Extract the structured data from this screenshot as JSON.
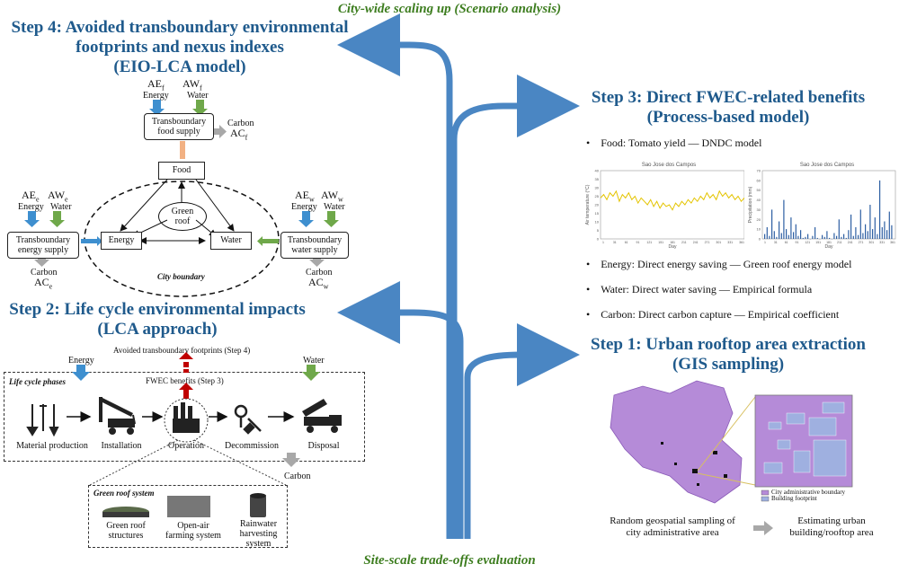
{
  "top_label": "City-wide scaling up (Scenario analysis)",
  "bottom_label": "Site-scale trade-offs evaluation",
  "step4": {
    "title_line1": "Step 4: Avoided transboundary environmental",
    "title_line2": "footprints and nexus indexes",
    "title_line3": "(EIO-LCA model)",
    "food_box": [
      "Transboundary",
      "food supply"
    ],
    "energy_box": [
      "Transboundary",
      "energy supply"
    ],
    "water_box": [
      "Transboundary",
      "water supply"
    ],
    "food": "Food",
    "energy": "Energy",
    "water": "Water",
    "green_roof": [
      "Green",
      "roof"
    ],
    "city_boundary": "City boundary",
    "ae_f": "AE",
    "ae_f_sub": "f",
    "aw_f": "AW",
    "aw_f_sub": "f",
    "ae_e": "AE",
    "ae_e_sub": "e",
    "aw_e": "AW",
    "aw_e_sub": "e",
    "ae_w": "AE",
    "ae_w_sub": "w",
    "aw_w": "AW",
    "aw_w_sub": "w",
    "energy_lbl": "Energy",
    "water_lbl": "Water",
    "carbon_lbl": "Carbon",
    "ac_f": "AC",
    "ac_f_sub": "f",
    "ac_e": "AC",
    "ac_e_sub": "e",
    "ac_w": "AC",
    "ac_w_sub": "w"
  },
  "step3": {
    "title_line1": "Step 3: Direct FWEC-related benefits",
    "title_line2": "(Process-based model)",
    "bullets": [
      "Food: Tomato yield — DNDC model",
      "Energy: Direct energy saving — Green roof energy model",
      "Water: Direct water saving — Empirical formula",
      "Carbon: Direct carbon capture — Empirical coefficient"
    ],
    "chart1_title": "Sao Jose dos Campos",
    "chart2_title": "Sao Jose dos Campos",
    "chart1_ylabel": "Air temperature (°C)",
    "chart2_ylabel": "Precipitation (mm)",
    "xlabel": "Day"
  },
  "step2": {
    "title_line1": "Step 2: Life cycle environmental impacts",
    "title_line2": "(LCA approach)",
    "avoided": "Avoided transboundary footprints (Step 4)",
    "fwec": "FWEC benefits (Step 3)",
    "energy": "Energy",
    "water": "Water",
    "carbon": "Carbon",
    "life_cycle_phases": "Life cycle phases",
    "phases": [
      "Material production",
      "Installation",
      "Operation",
      "Decommission",
      "Disposal"
    ],
    "green_roof_system": "Green roof system",
    "systems": [
      [
        "Green roof",
        "structures"
      ],
      [
        "Open-air",
        "farming system"
      ],
      [
        "Rainwater",
        "harvesting",
        "system"
      ]
    ]
  },
  "step1": {
    "title_line1": "Step 1: Urban rooftop area extraction",
    "title_line2": "(GIS sampling)",
    "legend": [
      "City administrative boundary",
      "Building footprint"
    ],
    "left_caption": [
      "Random geospatial sampling of",
      "city administrative area"
    ],
    "right_caption": [
      "Estimating urban",
      "building/rooftop area"
    ]
  },
  "colors": {
    "title_blue": "#1f5a8c",
    "green_label": "#3d7d1f",
    "arrow_blue": "#4a86c3",
    "energy_blue": "#3e8fcf",
    "water_green": "#6fa84a",
    "carbon_grey": "#a8a8a8",
    "food_orange": "#f2b183",
    "red": "#c00000",
    "map_purple": "#b58bd8"
  },
  "chart_data": [
    {
      "type": "line",
      "title": "Sao Jose dos Campos",
      "xlabel": "Day",
      "ylabel": "Air temperature (°C)",
      "ylim": [
        0,
        40
      ],
      "x_ticks": [
        1,
        31,
        61,
        91,
        121,
        151,
        181,
        211,
        241,
        271,
        301,
        331,
        361
      ],
      "y_ticks": [
        0,
        5,
        10,
        15,
        20,
        25,
        30,
        35,
        40
      ],
      "series": [
        {
          "values": [
            24,
            26,
            23,
            27,
            25,
            28,
            22,
            26,
            24,
            27,
            23,
            25,
            21,
            24,
            22,
            20,
            23,
            19,
            22,
            18,
            21,
            19,
            20,
            17,
            21,
            19,
            22,
            20,
            23,
            21,
            24,
            22,
            25,
            23,
            27,
            24,
            26,
            23,
            28,
            25,
            27,
            24,
            26,
            23,
            25,
            22,
            24
          ]
        }
      ]
    },
    {
      "type": "bar",
      "title": "Sao Jose dos Campos",
      "xlabel": "Day",
      "ylabel": "Precipitation (mm)",
      "ylim": [
        0,
        70
      ],
      "x_ticks": [
        1,
        31,
        61,
        91,
        121,
        151,
        181,
        211,
        241,
        271,
        301,
        331,
        361
      ],
      "y_ticks": [
        0,
        10,
        20,
        30,
        40,
        50,
        60,
        70
      ],
      "values": [
        5,
        12,
        3,
        30,
        8,
        2,
        18,
        6,
        40,
        10,
        4,
        22,
        7,
        15,
        3,
        9,
        1,
        2,
        5,
        0,
        3,
        12,
        1,
        0,
        4,
        2,
        8,
        1,
        0,
        6,
        3,
        20,
        2,
        5,
        1,
        9,
        25,
        3,
        12,
        4,
        30,
        6,
        15,
        8,
        35,
        10,
        22,
        5,
        60,
        12,
        18,
        9,
        28,
        14
      ]
    }
  ]
}
